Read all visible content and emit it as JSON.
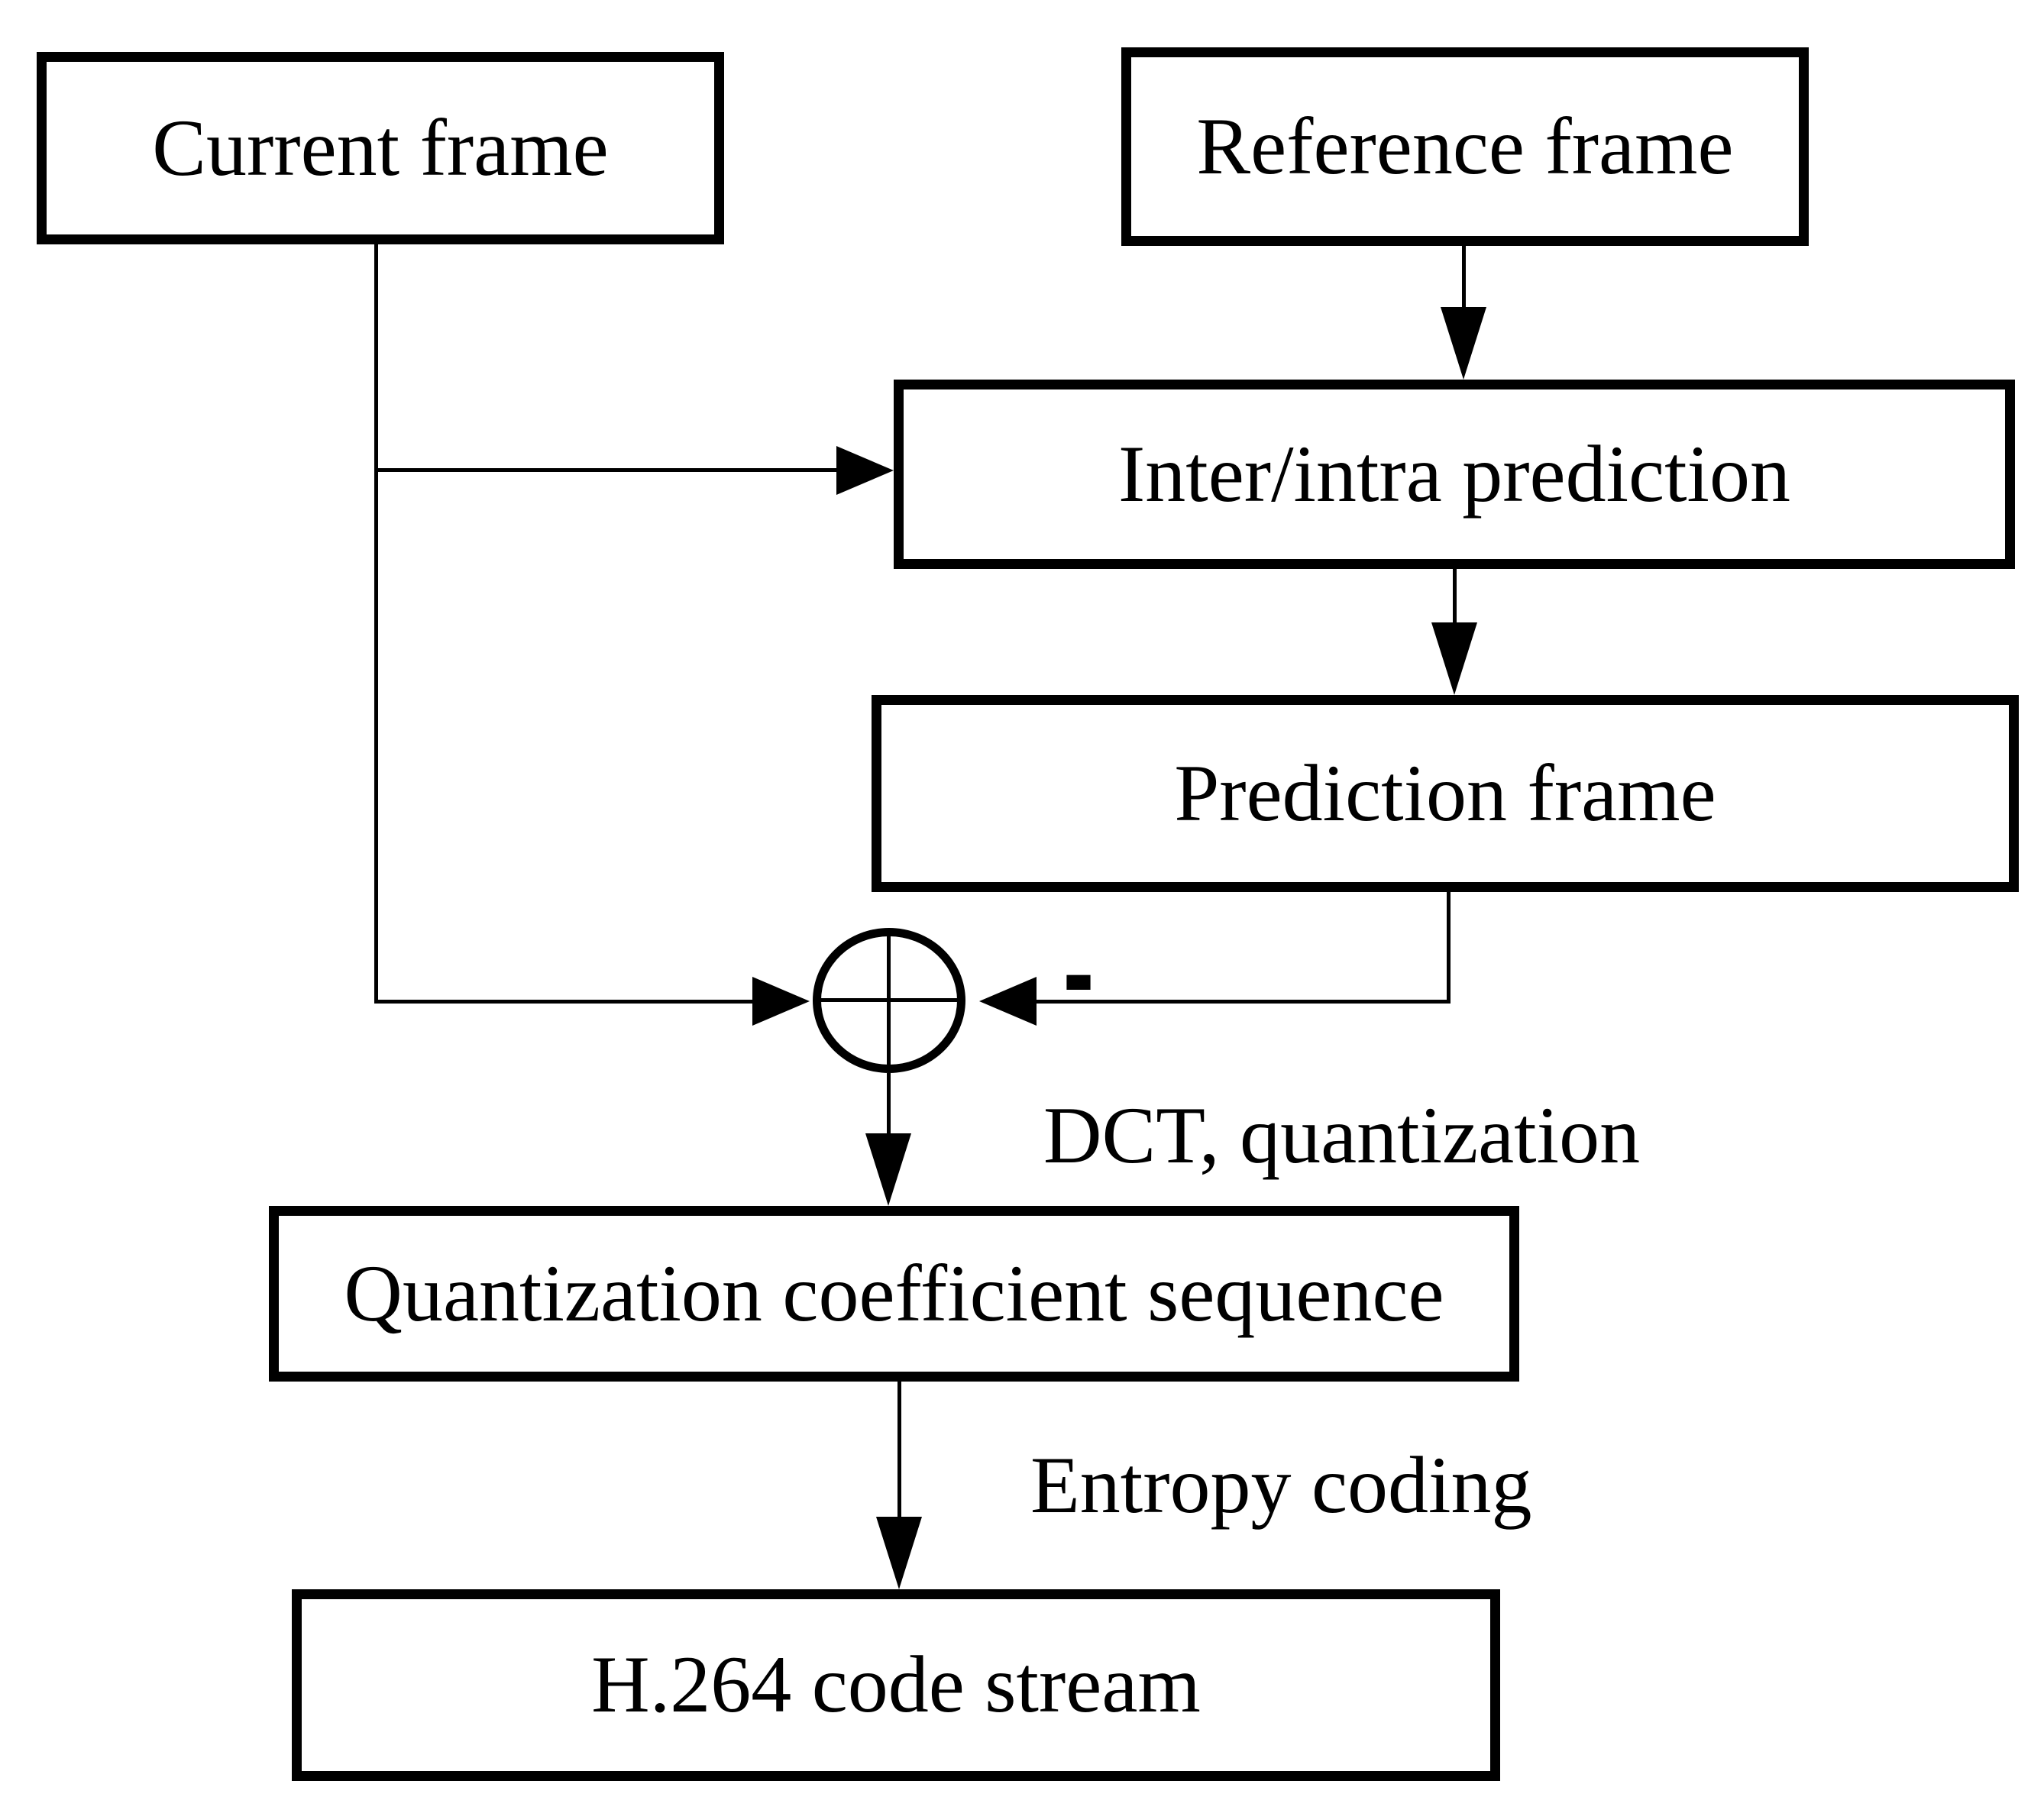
{
  "nodes": {
    "current_frame": {
      "label": "Current frame"
    },
    "reference_frame": {
      "label": "Reference frame"
    },
    "inter_intra_prediction": {
      "label": "Inter/intra prediction"
    },
    "prediction_frame": {
      "label": "Prediction frame"
    },
    "quantization_coefficient_sequence": {
      "label": "Quantization coefficient sequence"
    },
    "h264_code_stream": {
      "label": "H.264 code stream"
    }
  },
  "edge_labels": {
    "dct_quantization": "DCT, quantization",
    "entropy_coding": "Entropy coding",
    "minus": "-"
  },
  "summation_node": {
    "symbol": "circled-plus"
  },
  "colors": {
    "line": "#000000",
    "background": "#ffffff",
    "text": "#000000"
  }
}
